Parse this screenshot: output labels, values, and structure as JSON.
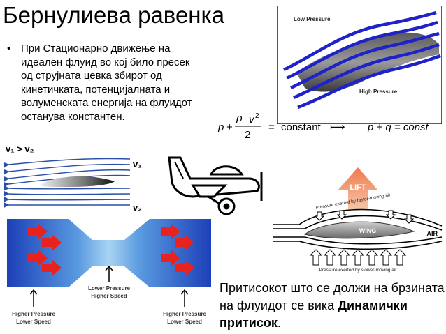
{
  "slide": {
    "title": "Бернулиева равенка",
    "bullet_text": "При Стационарно движење на идеален флуид во кој било пресек од струјната цевка збирот од кинетичката, потенцијалната и волуменската енергија на флуидот останува константен.",
    "bottom_text_1": "Притисокот што се должи на брзината на флуидот се вика ",
    "bottom_text_bold": "Динамички притисок",
    "bottom_text_end": "."
  },
  "wing_image": {
    "low_pressure": "Low Pressure",
    "high_pressure": "High Pressure"
  },
  "formula": {
    "p": "p",
    "plus": "+",
    "rho": "ρ",
    "v2": "v",
    "sq": "2",
    "den": "2",
    "eq": "=",
    "constant": "constant",
    "arrow": "⟼",
    "rhs": "p +  q = const"
  },
  "airfoil": {
    "v1_gt_v2": "v₁ > v₂",
    "v1": "v₁",
    "v2": "v₂"
  },
  "tube": {
    "lower": "Lower Pressure",
    "higher_speed": "Higher Speed",
    "higher_pressure": "Higher Pressure",
    "lower_speed": "Lower Speed",
    "higher_pressure_r": "Higher Pressure",
    "lower_speed_r": "Lower Speed"
  },
  "lift": {
    "lift": "LIFT",
    "wing": "WING",
    "air": "AIR",
    "top_note": "Pressure exerted by faster-moving air",
    "bottom_note": "Pressure exerted by slower-moving air"
  },
  "colors": {
    "stream_blue": "#1e22c8",
    "wing_gray": "#7f7f7f",
    "tube_blue": "#1c58c8",
    "arrow_red": "#e8221e",
    "lift_orange": "#f0986a"
  }
}
